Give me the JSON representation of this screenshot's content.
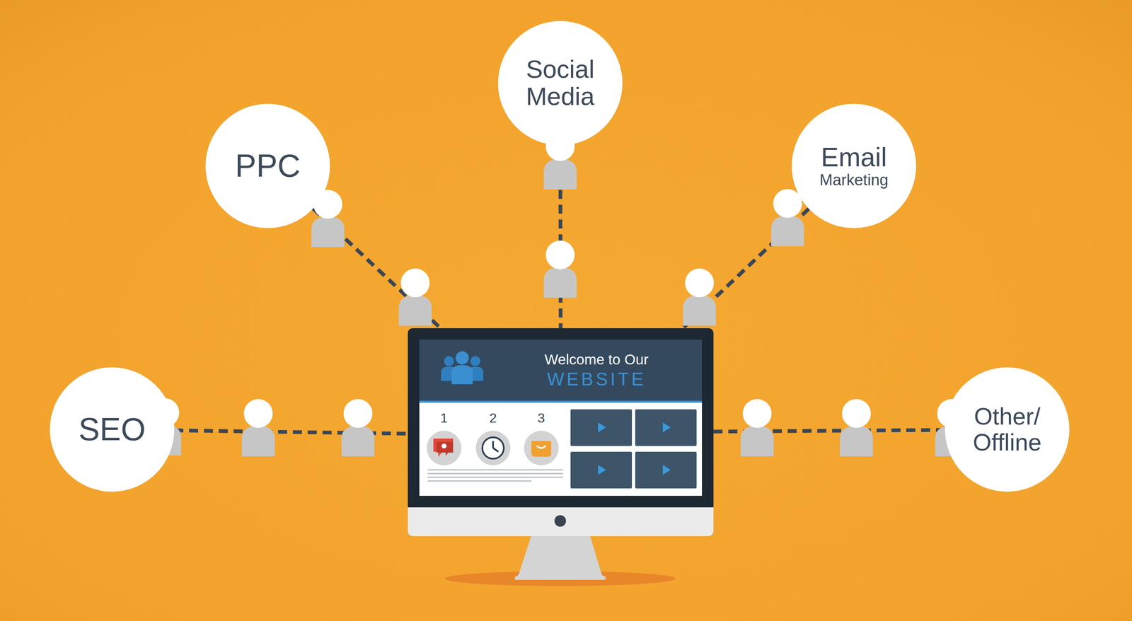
{
  "diagram": {
    "nodes": [
      {
        "text": [
          "Social Media"
        ]
      },
      {
        "text": [
          "PPC"
        ]
      },
      {
        "text": [
          "Email",
          "Marketing"
        ]
      },
      {
        "text": [
          "Welcome to Our",
          "WEBSITE"
        ]
      },
      {
        "text": [
          "SEO"
        ]
      },
      {
        "text": [
          "Other/ Offline"
        ]
      }
    ],
    "edges": [
      {
        "from": 1,
        "to": 3,
        "arrow": "none"
      },
      {
        "from": 0,
        "to": 3,
        "arrow": "none"
      },
      {
        "from": 2,
        "to": 3,
        "arrow": "none"
      },
      {
        "from": 4,
        "to": 3,
        "arrow": "none"
      },
      {
        "from": 5,
        "to": 3,
        "arrow": "none"
      }
    ],
    "labels": [
      "1",
      "2",
      "3"
    ]
  }
}
